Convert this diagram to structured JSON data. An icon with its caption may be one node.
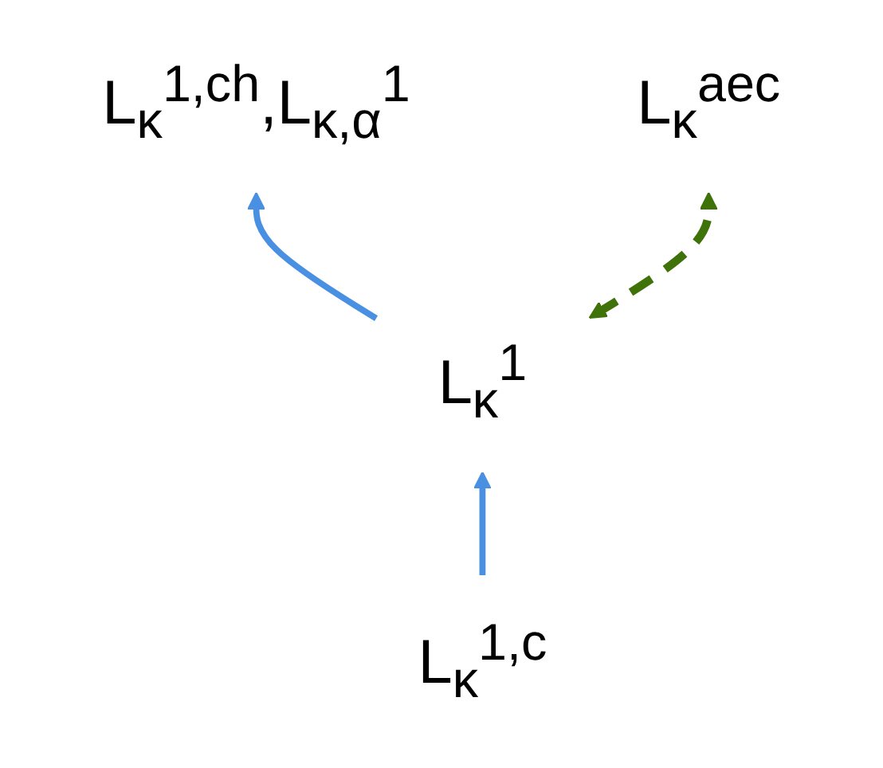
{
  "diagram": {
    "nodes": [
      {
        "text": [
          "L$_{κ}$$^{1,ch}$,L$_{κ,α}$$^{1}$"
        ]
      },
      {
        "text": [
          "L$_{κ}$$^{1}$"
        ]
      },
      {
        "text": [
          "L$_{κ}$$^{1,c}$"
        ]
      },
      {
        "text": [
          "L$_{κ}$$^{aec}$"
        ]
      }
    ],
    "edges": [
      {
        "from": 2,
        "to": 1,
        "arrow": "to"
      },
      {
        "from": 1,
        "to": 0,
        "arrow": "to"
      },
      {
        "from": 1,
        "to": 3,
        "arrow": "both",
        "style": "dashed",
        "color": "#3f7309"
      }
    ]
  }
}
